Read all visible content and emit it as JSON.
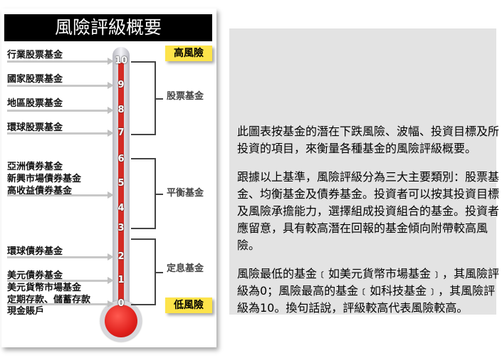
{
  "title": "風險評級概要",
  "high_risk": "高風險",
  "low_risk": "低風險",
  "scale": [
    "0",
    "1",
    "2",
    "3",
    "4",
    "5",
    "6",
    "7",
    "8",
    "9",
    "10"
  ],
  "funds": [
    {
      "label": "行業股票基金",
      "rating": 10
    },
    {
      "label": "國家股票基金",
      "rating": 9
    },
    {
      "label": "地區股票基金",
      "rating": 8
    },
    {
      "label": "環球股票基金",
      "rating": 7
    },
    {
      "label": "亞洲債券基金"
    },
    {
      "label": "新興市場債券基金"
    },
    {
      "label": "高收益債券基金",
      "rating": 5
    },
    {
      "label": "環球債券基金",
      "rating": 2
    },
    {
      "label": "美元債券基金",
      "rating": 1
    },
    {
      "label": "美元貨幣市場基金"
    },
    {
      "label": "定期存款、儲蓄存款",
      "rating": 0
    },
    {
      "label": "現金賬戶"
    }
  ],
  "categories": [
    {
      "label": "股票基金",
      "range": [
        7,
        10
      ]
    },
    {
      "label": "平衡基金",
      "range": [
        3,
        6
      ]
    },
    {
      "label": "定息基金",
      "range": [
        0,
        3
      ]
    }
  ],
  "description": [
    "此圖表按基金的潛在下跌風險、波幅、投資目標及所投資的項目，來衡量各種基金的風險評級概要。",
    "跟據以上基準，風險評級分為三大主要類別：股票基金、均衡基金及債券基金。投資者可以按其投資目標及風險承擔能力，選擇組成投資組合的基金。投資者應留意，具有較高潛在回報的基金傾向附帶較高風險。",
    "風險最低的基金﹝如美元貨幣市場基金﹞，其風險評級為0；風險最高的基金﹝如科技基金﹞，其風險評級為10。換句話說，評級較高代表風險較高。"
  ]
}
